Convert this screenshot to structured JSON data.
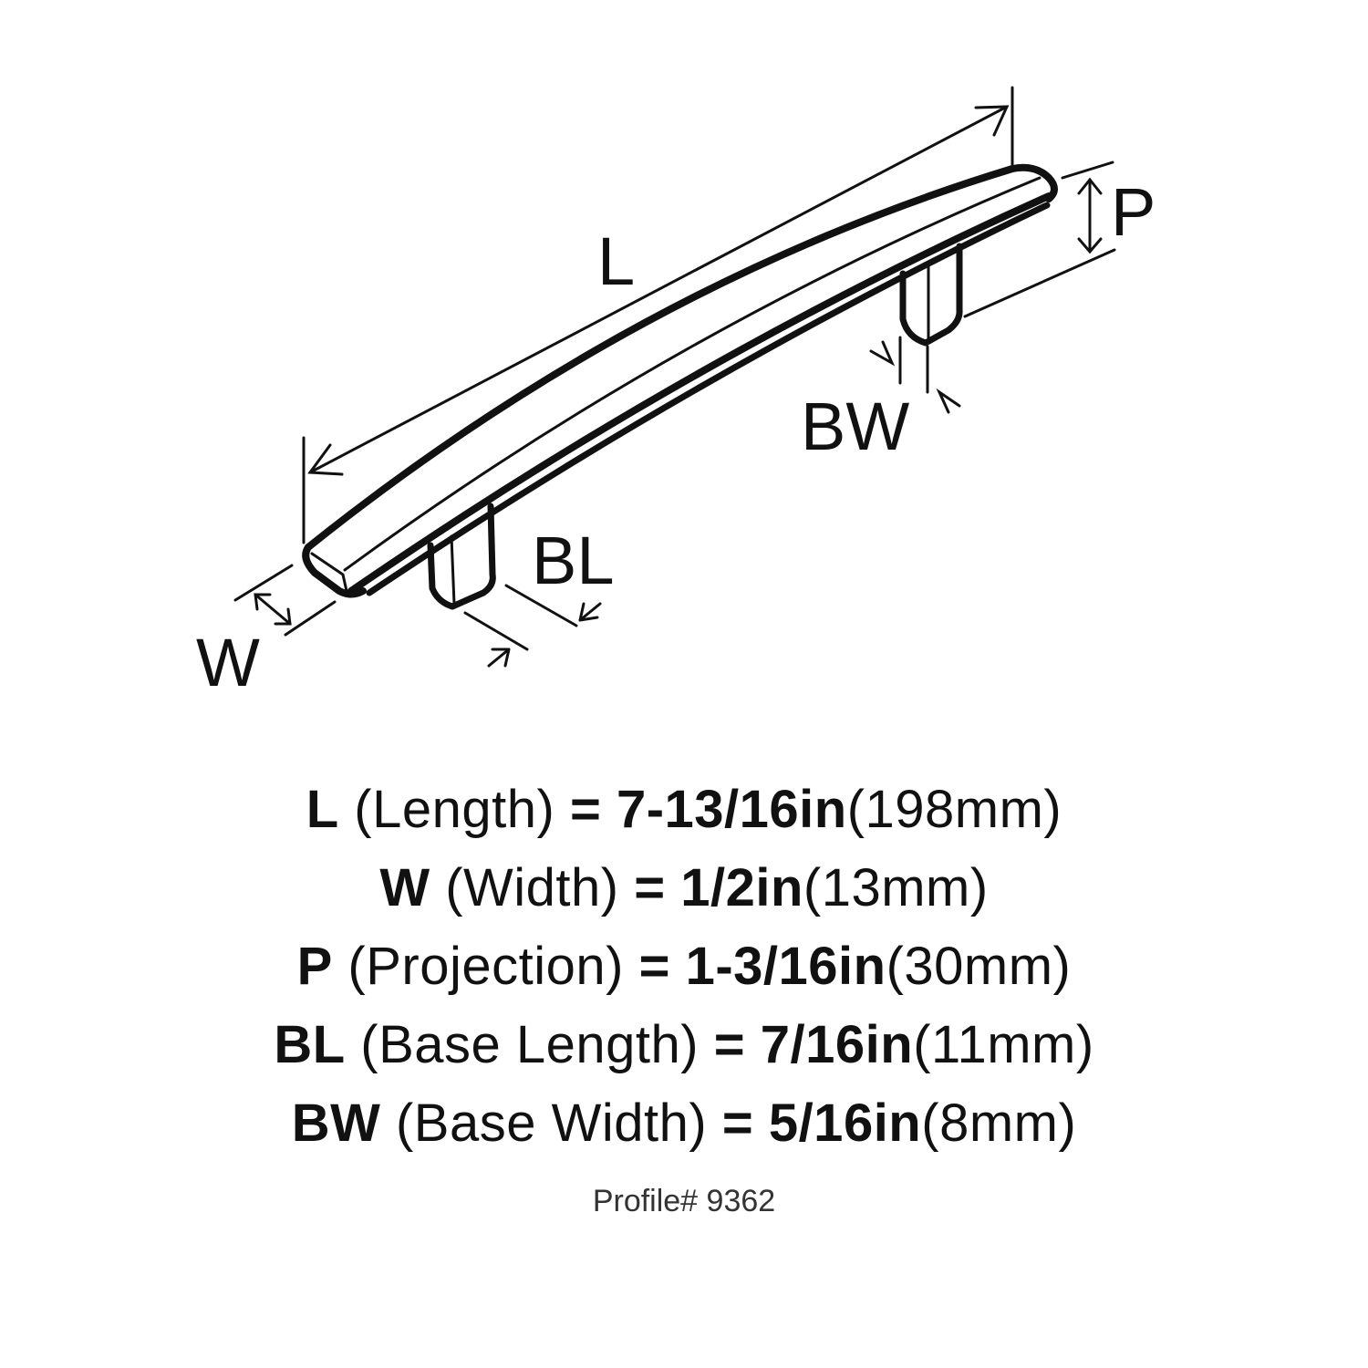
{
  "diagram": {
    "title": "Cabinet pull dimension diagram",
    "labels": {
      "length": "L",
      "width": "W",
      "projection": "P",
      "base_length": "BL",
      "base_width": "BW"
    },
    "line_color": "#111111",
    "background": "#ffffff"
  },
  "specs": [
    {
      "code": "L",
      "name": "(Length)",
      "eq": "=",
      "inches": "7-13/16in",
      "mm": "(198mm)"
    },
    {
      "code": "W",
      "name": "(Width)",
      "eq": "=",
      "inches": "1/2in",
      "mm": "(13mm)"
    },
    {
      "code": "P",
      "name": "(Projection)",
      "eq": "=",
      "inches": "1-3/16in",
      "mm": "(30mm)"
    },
    {
      "code": "BL",
      "name": "(Base Length)",
      "eq": "=",
      "inches": "7/16in",
      "mm": "(11mm)"
    },
    {
      "code": "BW",
      "name": "(Base Width)",
      "eq": "=",
      "inches": "5/16in",
      "mm": "(8mm)"
    }
  ],
  "footer": {
    "profile": "Profile# 9362"
  }
}
